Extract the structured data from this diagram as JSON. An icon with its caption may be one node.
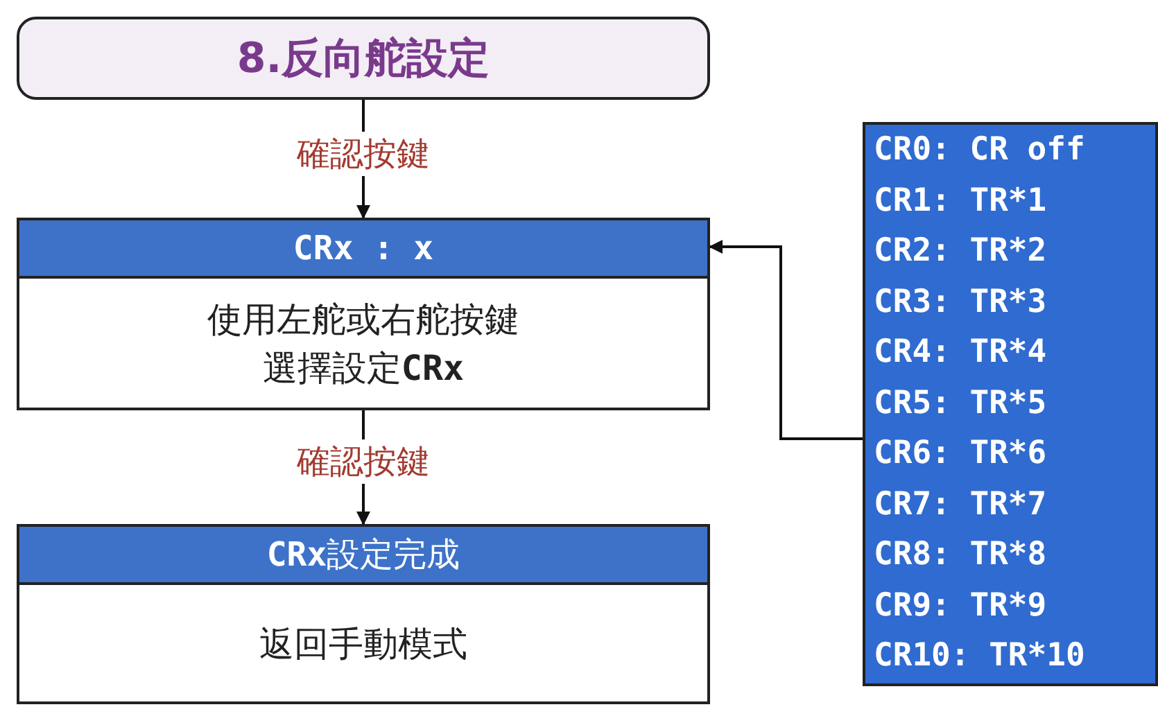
{
  "diagram": {
    "nodes": [
      {
        "text": [
          "8.反向舵設定"
        ]
      },
      {
        "text": [
          "CRx : x",
          "使用左舵或右舵按鍵選擇設定**CRx**"
        ]
      },
      {
        "text": [
          "**CRx**設定完成",
          "返回手動模式"
        ]
      },
      {
        "text": [
          "CR0: CR off",
          "CR1: TR*1",
          "CR2: TR*2",
          "CR3: TR*3",
          "CR4: TR*4",
          "CR5: TR*5",
          "CR6: TR*6",
          "CR7: TR*7",
          "CR8: TR*8",
          "CR9: TR*9",
          "CR10: TR*10"
        ]
      }
    ],
    "edges": [
      {
        "from": 0,
        "to": 1,
        "arrow": "to",
        "label": "確認按鍵"
      },
      {
        "from": 1,
        "to": 2,
        "arrow": "to",
        "label": "確認按鍵"
      },
      {
        "from": 3,
        "to": 1,
        "arrow": "to"
      }
    ]
  }
}
